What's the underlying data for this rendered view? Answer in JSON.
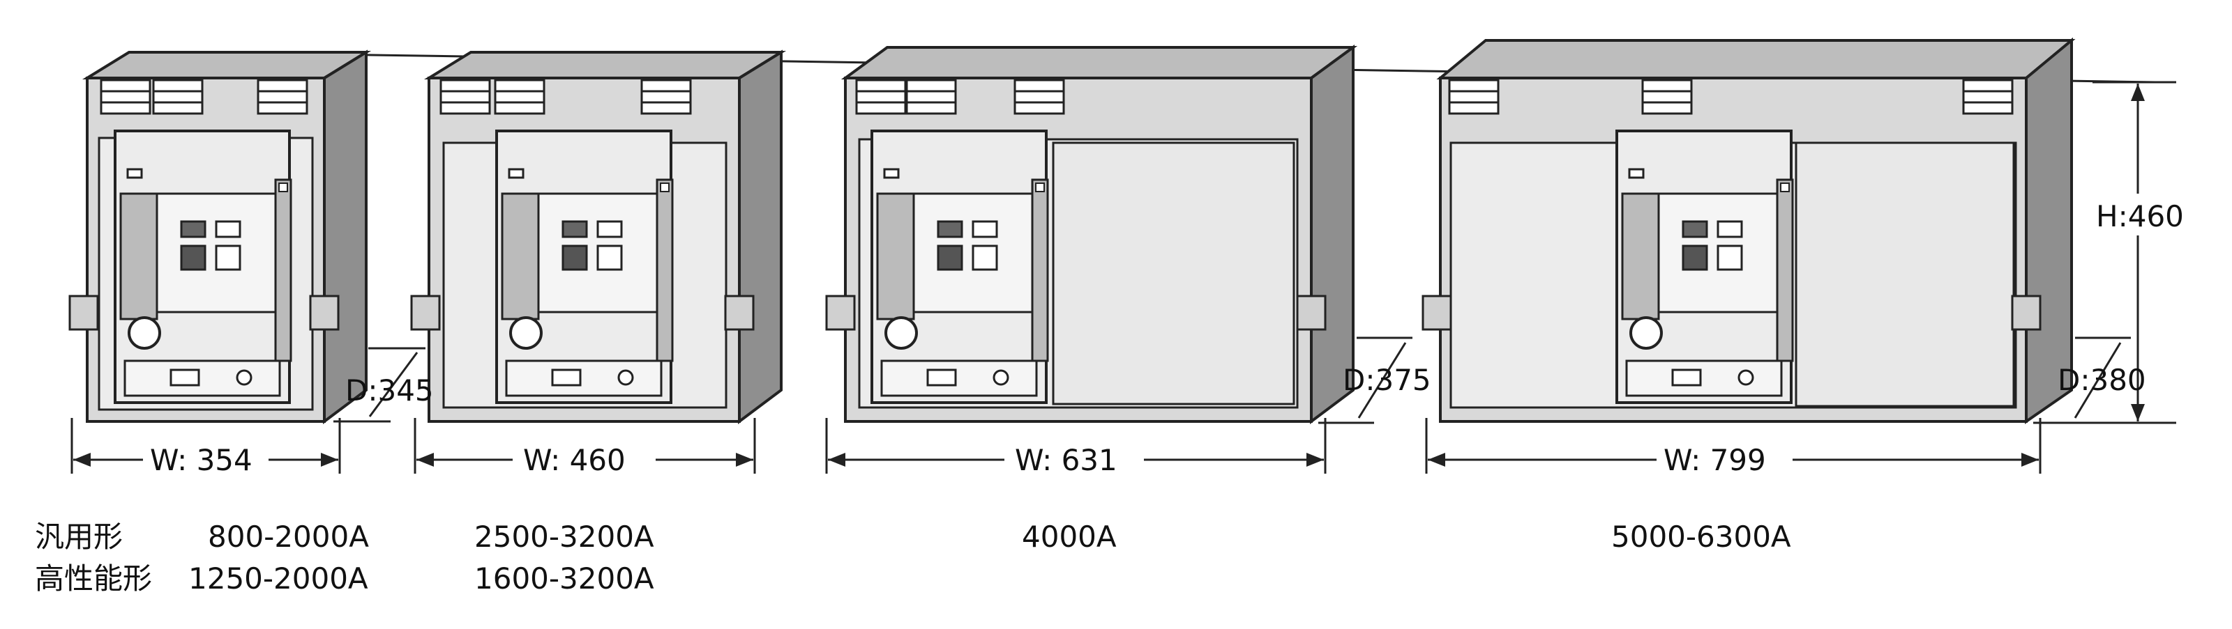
{
  "dimensions": {
    "height": "H:460",
    "depths": [
      "D:345",
      "D:375",
      "D:380"
    ],
    "widths": [
      "W: 354",
      "W: 460",
      "W: 631",
      "W: 799"
    ]
  },
  "rows": [
    {
      "label": "汎用形",
      "values": [
        "800-2000A",
        "2500-3200A",
        "4000A",
        "5000-6300A"
      ]
    },
    {
      "label": "高性能形",
      "values": [
        "1250-2000A",
        "1600-3200A"
      ]
    }
  ],
  "colors": {
    "front": "#d9d9d9",
    "top": "#bdbdbd",
    "side": "#8f8f8f",
    "panel": "#ececec",
    "outline": "#222222"
  }
}
